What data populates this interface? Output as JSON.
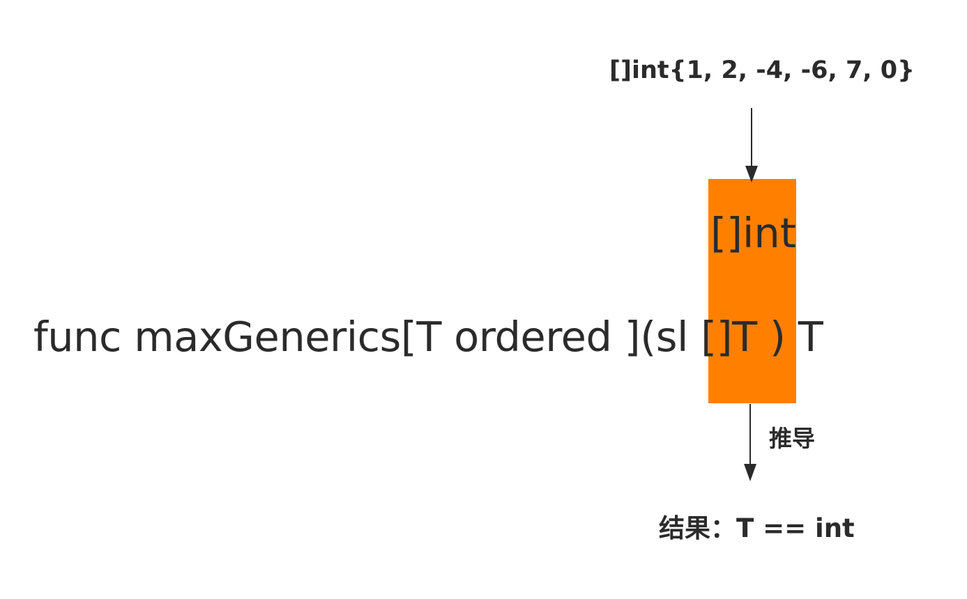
{
  "input": {
    "value": "[]int{1, 2, -4, -6, 7, 0}"
  },
  "signature": {
    "text": "func maxGenerics[T ordered ](sl ",
    "param_type": "[]T",
    "suffix": " ) T"
  },
  "highlight": {
    "label": "[]int",
    "color": "#ff8000"
  },
  "inference": {
    "label": "推导"
  },
  "result": {
    "text": "结果：T == int"
  }
}
